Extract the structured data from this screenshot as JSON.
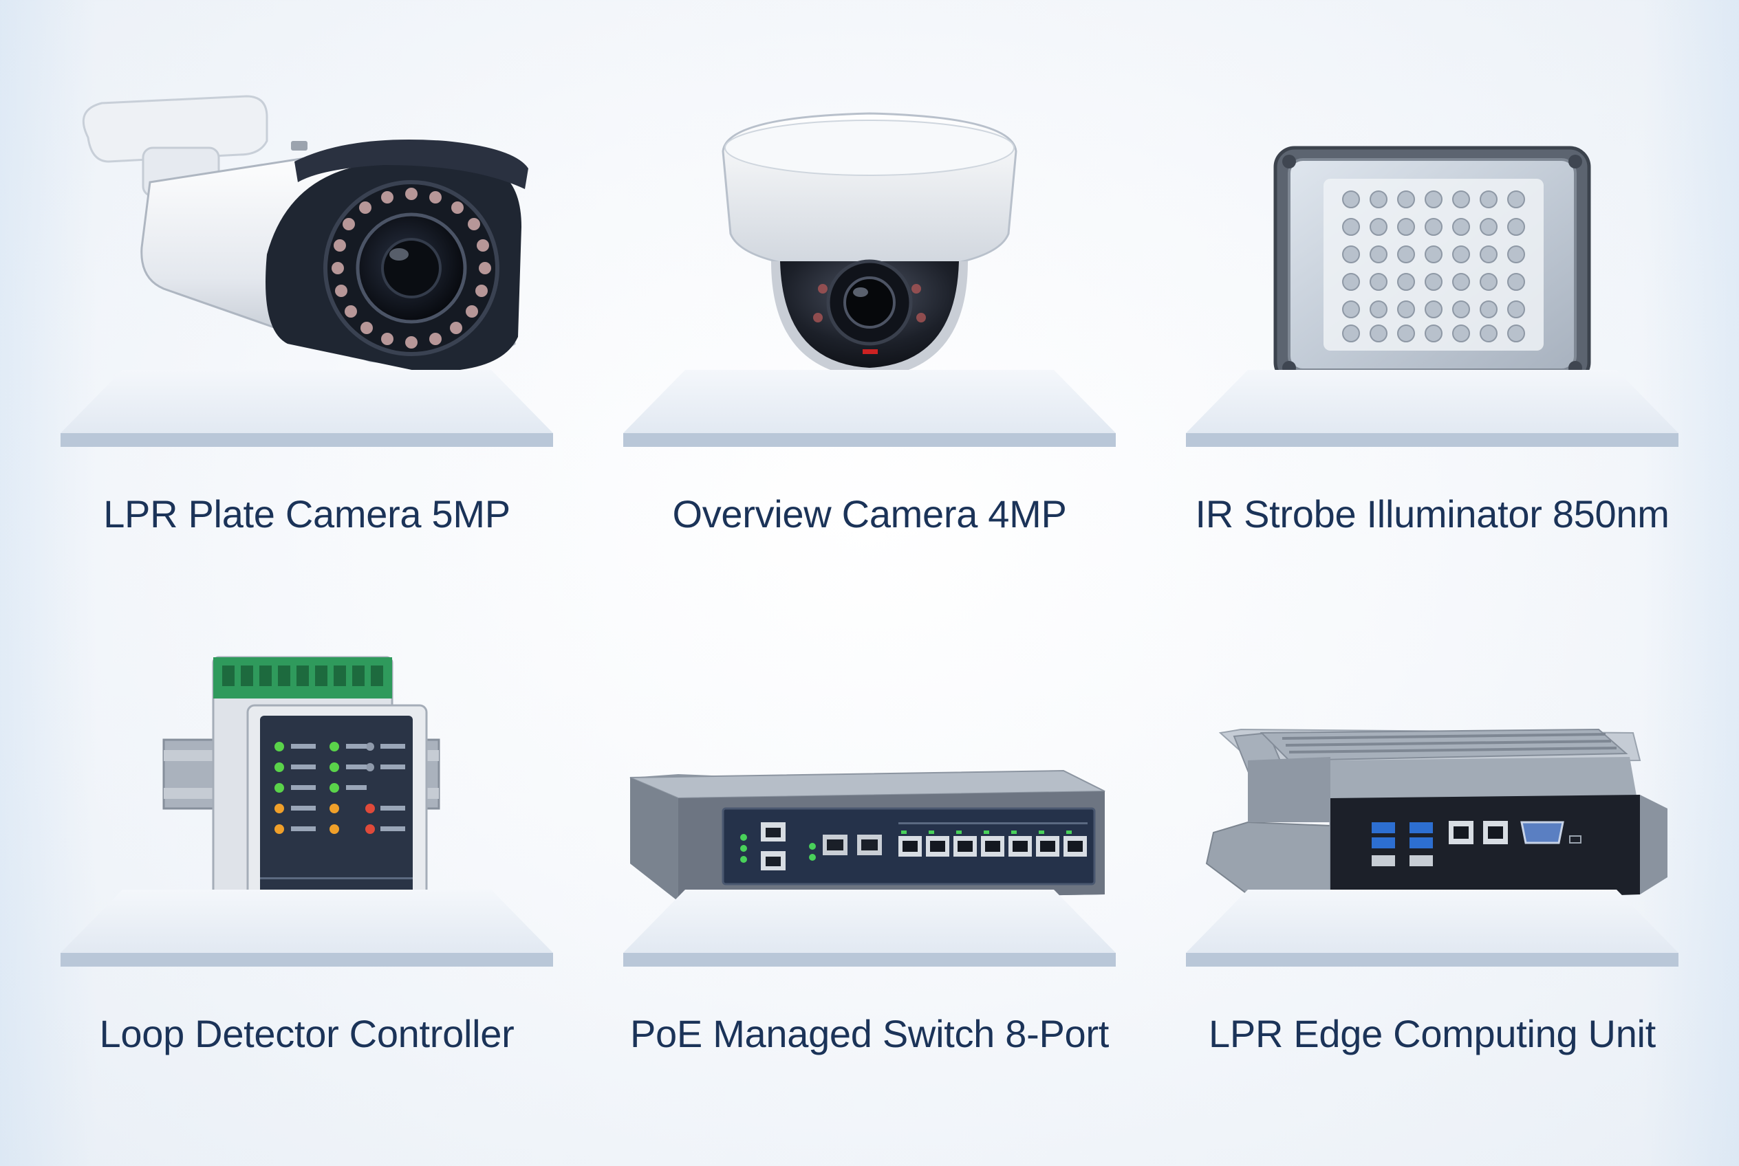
{
  "products": [
    {
      "label": "LPR Plate Camera 5MP",
      "icon": "bullet-camera-icon"
    },
    {
      "label": "Overview Camera 4MP",
      "icon": "dome-camera-icon"
    },
    {
      "label": "IR Strobe Illuminator 850nm",
      "icon": "ir-illuminator-icon"
    },
    {
      "label": "Loop Detector Controller",
      "icon": "loop-detector-icon"
    },
    {
      "label": "PoE Managed Switch 8-Port",
      "icon": "network-switch-icon"
    },
    {
      "label": "LPR Edge Computing Unit",
      "icon": "edge-computer-icon"
    }
  ],
  "colors": {
    "label_text": "#1b3358",
    "shelf_top": "#eef3f9",
    "shelf_edge": "#b9c7d8",
    "background": "#f4f7fb"
  }
}
